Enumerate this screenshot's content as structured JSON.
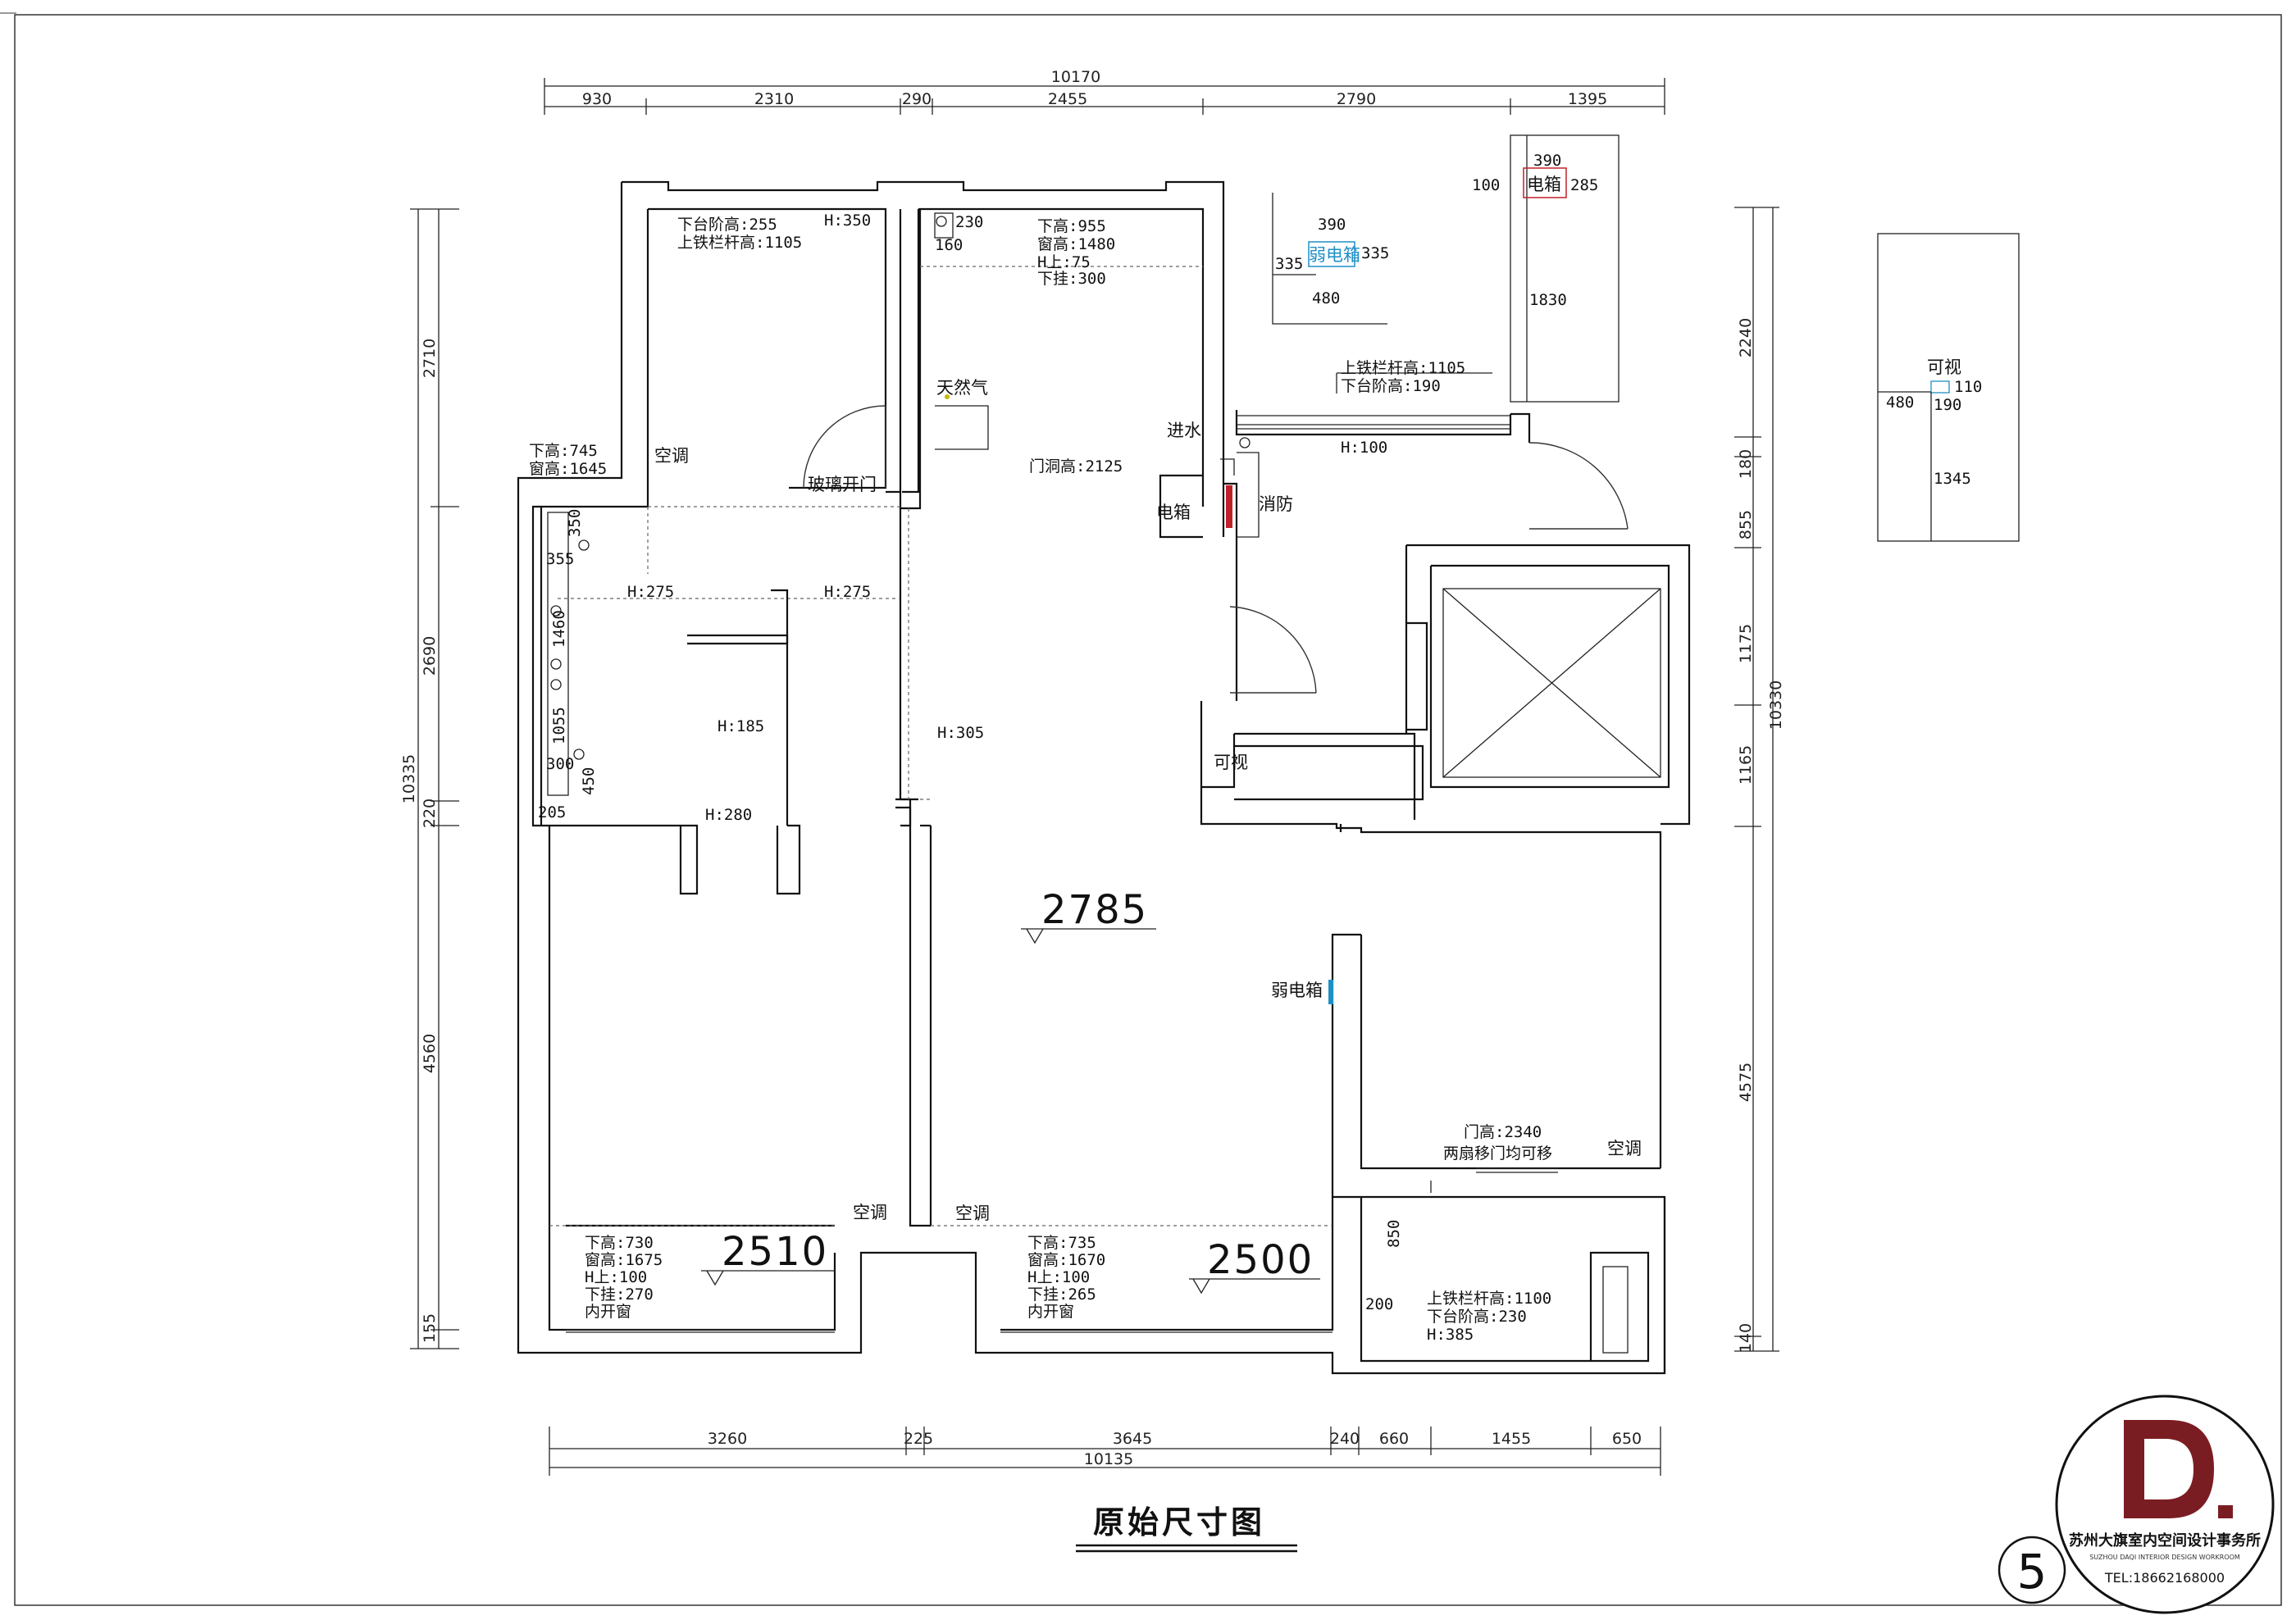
{
  "drawing": {
    "title": "原始尺寸图",
    "page_number": "5"
  },
  "top_dims": {
    "total": "10170",
    "segments": [
      "930",
      "2310",
      "290",
      "2455",
      "2790",
      "1395"
    ]
  },
  "bottom_dims": {
    "total": "10135",
    "segments": [
      "3260",
      "225",
      "3645",
      "240",
      "660",
      "1455",
      "650"
    ]
  },
  "left_dims": {
    "total": "10335",
    "segments": [
      "2710",
      "2690",
      "220",
      "4560",
      "155"
    ]
  },
  "right_dims": {
    "total": "10330",
    "segments": [
      "2240",
      "180",
      "855",
      "1175",
      "1165",
      "4575",
      "140"
    ]
  },
  "ceiling_heights": [
    "2785",
    "2510",
    "2500"
  ],
  "annotations": {
    "bedroom_top_left": [
      "下台阶高:255",
      "上铁栏杆高:1105"
    ],
    "h350": "H:350",
    "kitchen_window": [
      "下高:955",
      "窗高:1480",
      "H上:75",
      "下挂:300"
    ],
    "kitchen_marks": [
      "230",
      "160"
    ],
    "gas": "天然气",
    "ac_1": "空调",
    "glass_door": "玻璃开门",
    "door_opening": "门洞高:2125",
    "inlet": "进水",
    "elec_box": "电箱",
    "fire": "消防",
    "window_745": [
      "下高:745",
      "窗高:1645"
    ],
    "weak_box_top": [
      "390",
      "弱电箱",
      "335",
      "335",
      "480"
    ],
    "elec_box_top": [
      "390",
      "100",
      "电箱",
      "285",
      "1830"
    ],
    "balcony_top": [
      "上铁栏杆高:1105",
      "下台阶高:190"
    ],
    "h100": "H:100",
    "left_marks": [
      "350",
      "355",
      "1460",
      "1055",
      "300",
      "450",
      "205"
    ],
    "h275_a": "H:275",
    "h275_b": "H:275",
    "h185": "H:185",
    "h280": "H:280",
    "h305": "H:305",
    "visible_1": "可视",
    "weak_box_2": "弱电箱",
    "sliding_door": [
      "门高:2340",
      "两扇移门均可移"
    ],
    "ac_2": "空调",
    "ac_3": "空调",
    "ac_4": "空调",
    "window_730": [
      "下高:730",
      "窗高:1675",
      "H上:100",
      "下挂:270",
      "内开窗"
    ],
    "window_735": [
      "下高:735",
      "窗高:1670",
      "H上:100",
      "下挂:265",
      "内开窗"
    ],
    "balcony_bottom": [
      "上铁栏杆高:1100",
      "下台阶高:230",
      "H:385"
    ],
    "balcony_marks": [
      "850",
      "200"
    ]
  },
  "detail_box": {
    "title": "可视",
    "values": [
      "480",
      "110",
      "190",
      "1345"
    ]
  },
  "logo": {
    "company": "苏州大旗室内空间设计事务所",
    "company_en": "SUZHOU DAQI INTERIOR DESIGN WORKROOM",
    "tel": "TEL:18662168000",
    "mark": "D."
  },
  "colors": {
    "logo_red": "#7a1d22",
    "elec_red": "#c0202a",
    "weak_blue": "#1f8fc6"
  }
}
